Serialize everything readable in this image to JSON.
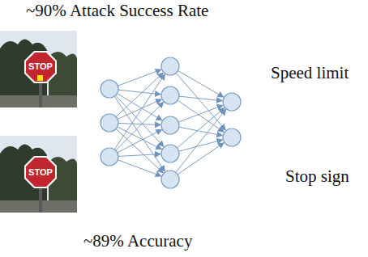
{
  "diagram": {
    "labels": [
      "~90% Attack Success Rate",
      "STOP",
      "Speed limit",
      "STOP",
      "Stop sign",
      "~89% Accuracy"
    ]
  }
}
